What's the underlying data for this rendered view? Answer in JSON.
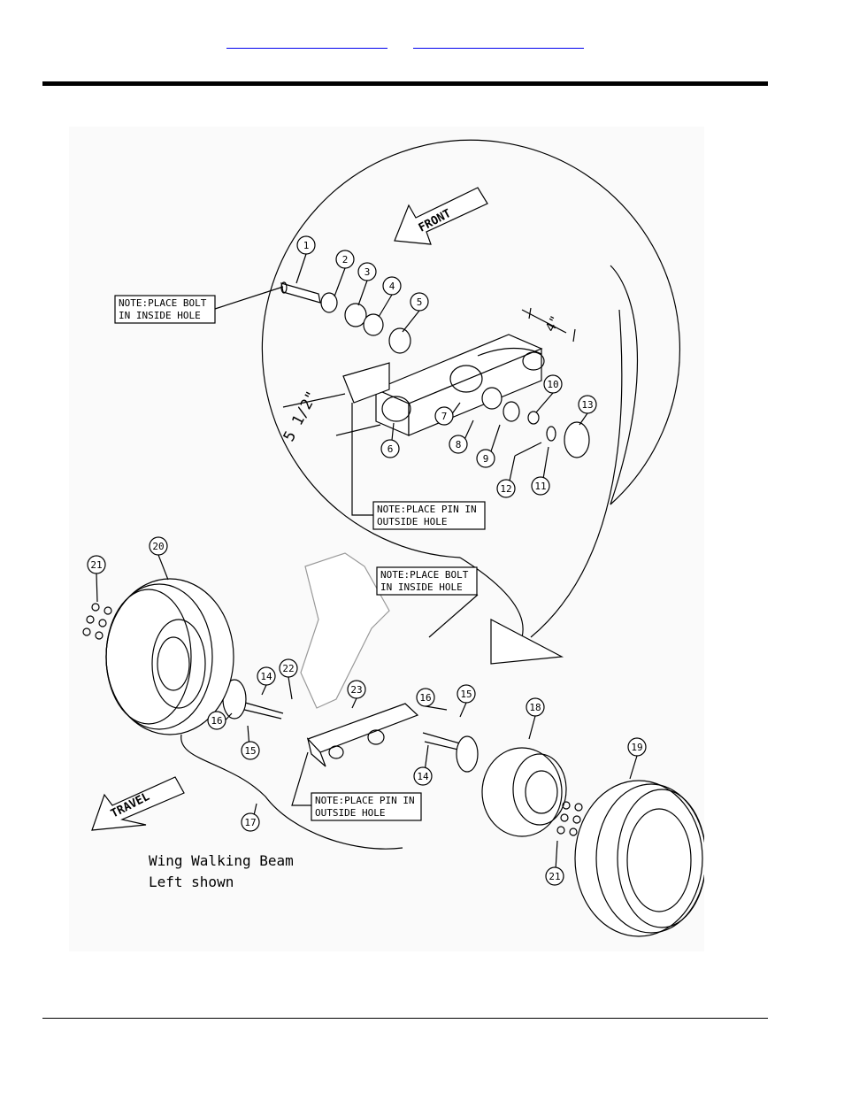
{
  "links": [
    {
      "label": ""
    },
    {
      "label": ""
    }
  ],
  "diagram": {
    "direction_labels": {
      "front": "FRONT",
      "travel": "TRAVEL"
    },
    "dimensions": {
      "width_top": "4\"",
      "width_left": "5 1/2\""
    },
    "notes": [
      {
        "line1": "NOTE:PLACE BOLT",
        "line2": "IN INSIDE HOLE"
      },
      {
        "line1": "NOTE:PLACE PIN IN",
        "line2": "OUTSIDE HOLE"
      },
      {
        "line1": "NOTE:PLACE BOLT",
        "line2": "IN INSIDE HOLE"
      },
      {
        "line1": "NOTE:PLACE PIN IN",
        "line2": "OUTSIDE HOLE"
      }
    ],
    "caption": {
      "line1": "Wing Walking Beam",
      "line2": "Left shown"
    },
    "callouts": [
      "1",
      "2",
      "3",
      "4",
      "5",
      "6",
      "7",
      "8",
      "9",
      "10",
      "11",
      "12",
      "13",
      "20",
      "21",
      "22",
      "14",
      "16",
      "15",
      "23",
      "16",
      "15",
      "18",
      "19",
      "14",
      "17",
      "21"
    ]
  },
  "colors": {
    "line": "#000000",
    "link": "#0000ee",
    "background": "#ffffff"
  }
}
